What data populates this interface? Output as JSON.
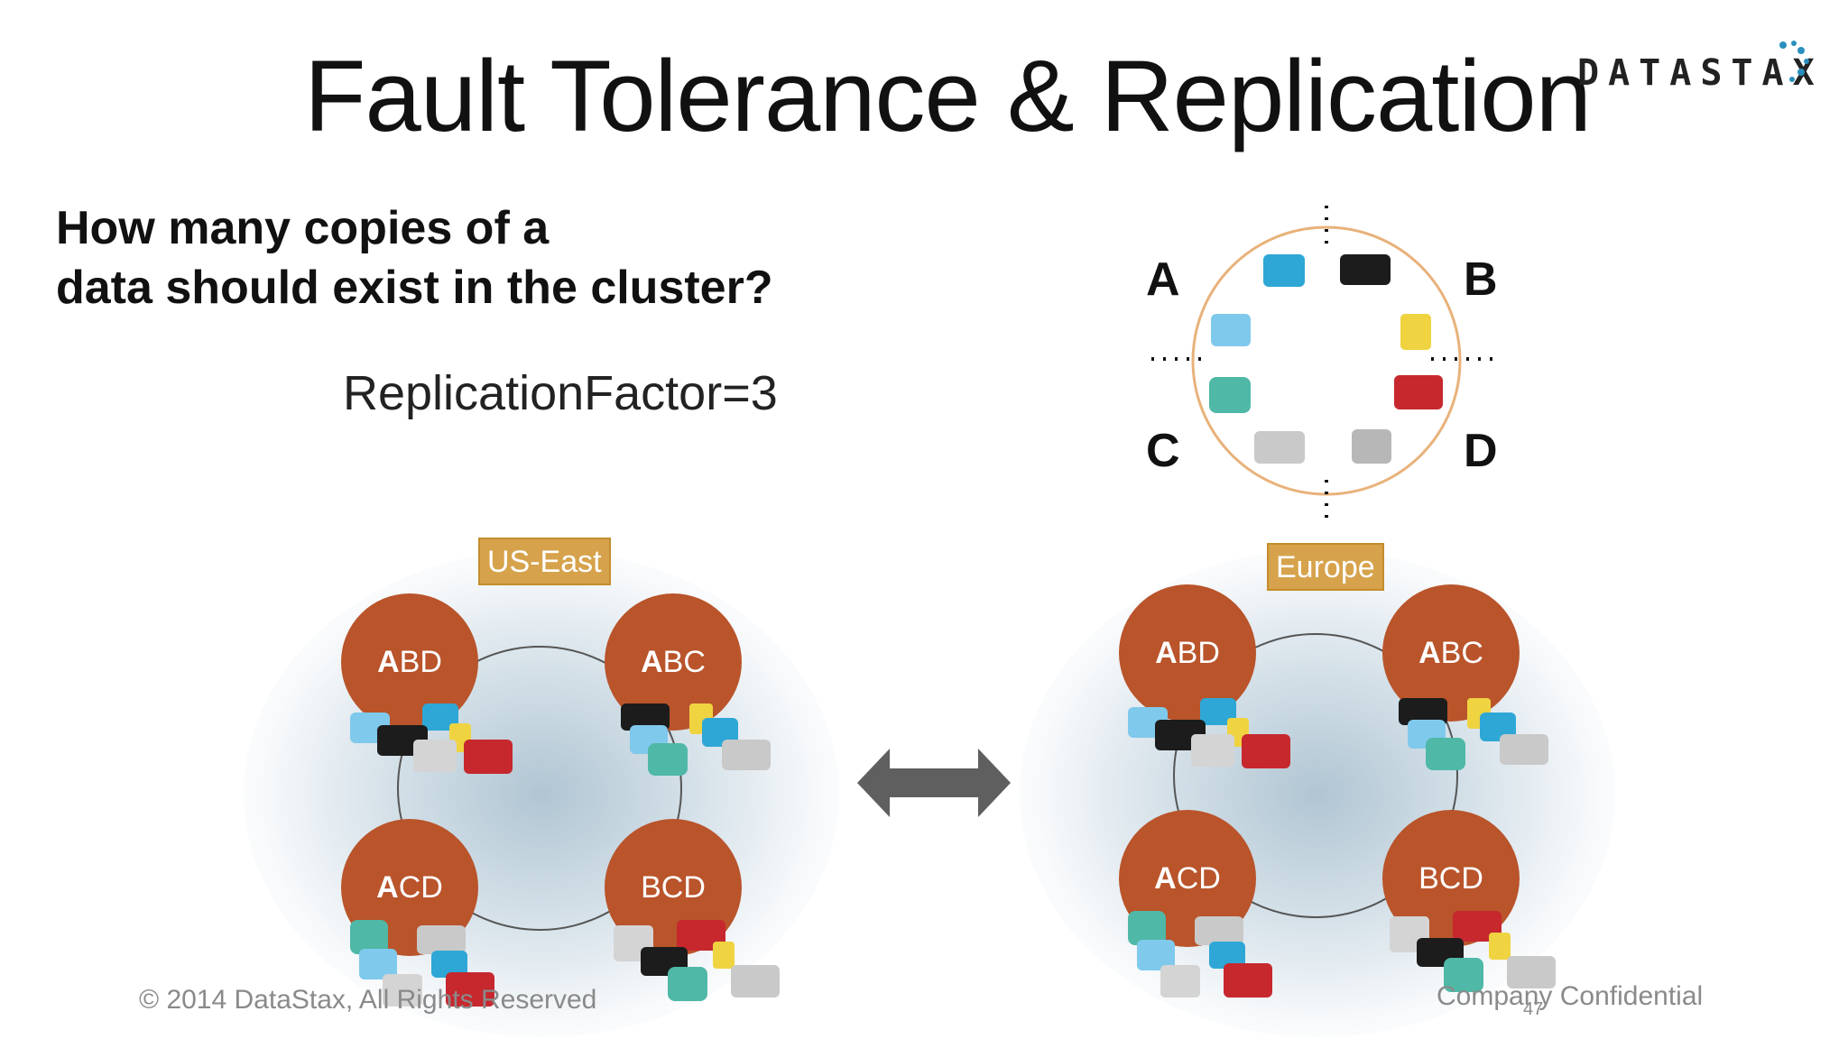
{
  "title": "Fault Tolerance & Replication",
  "logo": "DATASTAX",
  "question": {
    "line1": "How many copies of a",
    "line2": "data should exist in the cluster?"
  },
  "replication_factor": "ReplicationFactor=3",
  "token_ring": {
    "quadrants": [
      "A",
      "B",
      "C",
      "D"
    ]
  },
  "datacenters": [
    {
      "label": "US-East",
      "nodes": [
        {
          "bold": "A",
          "rest": "BD"
        },
        {
          "bold": "A",
          "rest": "BC"
        },
        {
          "bold": "A",
          "rest": "CD"
        },
        {
          "bold": "",
          "rest": "BCD"
        }
      ]
    },
    {
      "label": "Europe",
      "nodes": [
        {
          "bold": "A",
          "rest": "BD"
        },
        {
          "bold": "A",
          "rest": "BC"
        },
        {
          "bold": "A",
          "rest": "CD"
        },
        {
          "bold": "",
          "rest": "BCD"
        }
      ]
    }
  ],
  "footer": {
    "left": "© 2014 DataStax, All Rights Reserved",
    "right": "Company Confidential",
    "page": "47"
  },
  "colors": {
    "node": "#b9542b",
    "dc_label": "#d6a34c",
    "ring_outline": "#e8b27a",
    "arrow": "#5f5f5f"
  }
}
